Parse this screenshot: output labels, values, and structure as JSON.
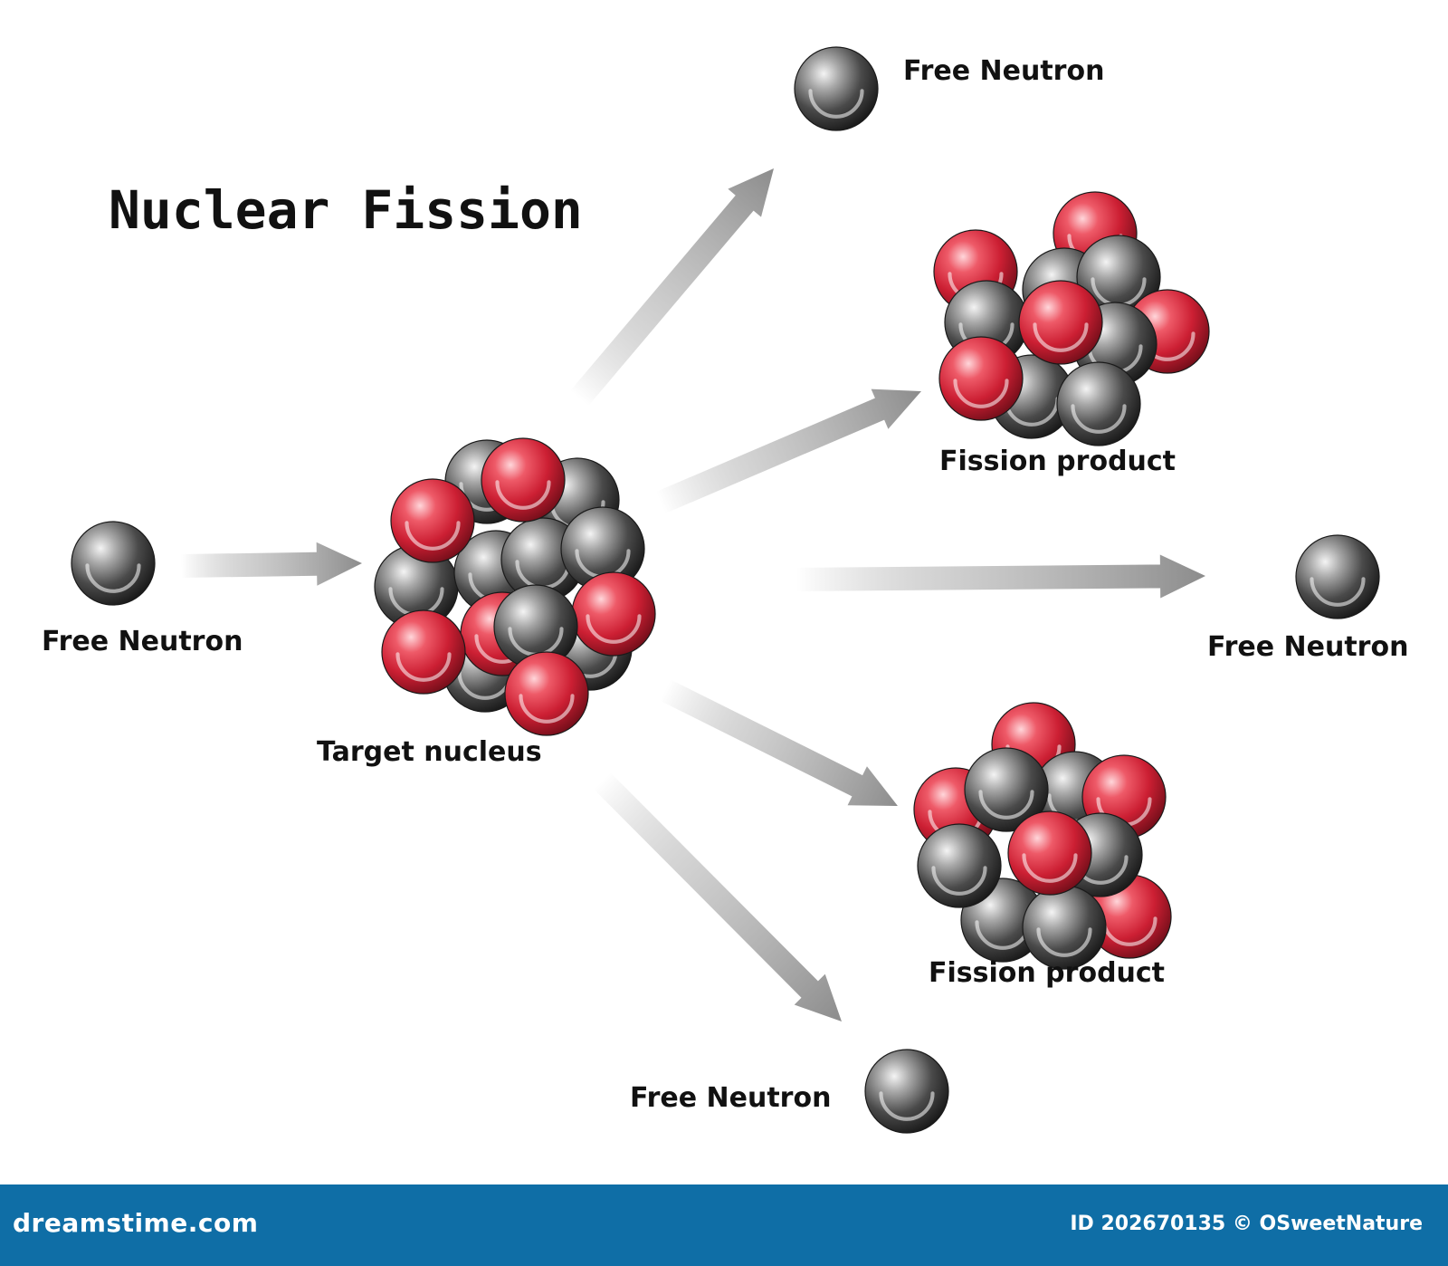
{
  "title": "Nuclear Fission",
  "labels": {
    "neutron_incoming": "Free Neutron",
    "target": "Target nucleus",
    "neutron_top": "Free Neutron",
    "product_top": "Fission product",
    "neutron_right": "Free Neutron",
    "product_bottom": "Fission product",
    "neutron_bottom": "Free Neutron"
  },
  "footer": {
    "site": "dreamstime.com",
    "credit": "ID 202670135 © OSweetNature"
  },
  "colors": {
    "proton": "#d1283a",
    "neutron": "#4a4a4a",
    "arrow": "#9a9a9a",
    "footer": "#0f6ea6"
  }
}
